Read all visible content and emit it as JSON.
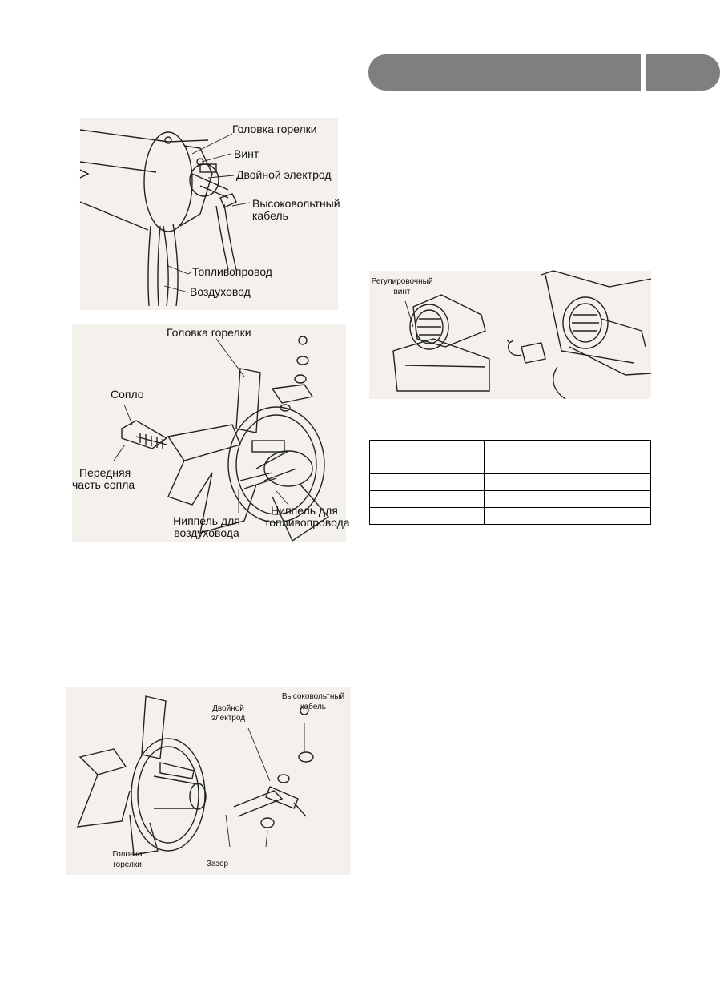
{
  "figure1": {
    "labels": {
      "burner_head": "Головка горелки",
      "screw": "Винт",
      "double_electrode": "Двойной электрод",
      "hv_cable_line1": "Высоковольтный",
      "hv_cable_line2": "кабель",
      "fuel_line": "Топливопровод",
      "air_line": "Воздуховод"
    }
  },
  "figure2": {
    "labels": {
      "burner_head": "Головка горелки",
      "nozzle": "Сопло",
      "nozzle_front_line1": "Передняя",
      "nozzle_front_line2": "часть сопла",
      "air_nipple_line1": "Ниппель для",
      "air_nipple_line2": "воздуховода",
      "fuel_nipple_line1": "Ниппель для",
      "fuel_nipple_line2": "топливопровода"
    }
  },
  "figure3": {
    "labels": {
      "double_electrode_line1": "Двойной",
      "double_electrode_line2": "электрод",
      "hv_cable_line1": "Высоковольтный",
      "hv_cable_line2": "кабель",
      "burner_head_line1": "Головка",
      "burner_head_line2": "горелки",
      "gap": "Зазор"
    }
  },
  "figure4": {
    "labels": {
      "adjust_screw_line1": "Регулировочный",
      "adjust_screw_line2": "винт"
    }
  },
  "spec_table": {
    "rows": [
      [
        "",
        ""
      ],
      [
        "",
        ""
      ],
      [
        "",
        ""
      ],
      [
        "",
        ""
      ],
      [
        "",
        ""
      ]
    ]
  }
}
